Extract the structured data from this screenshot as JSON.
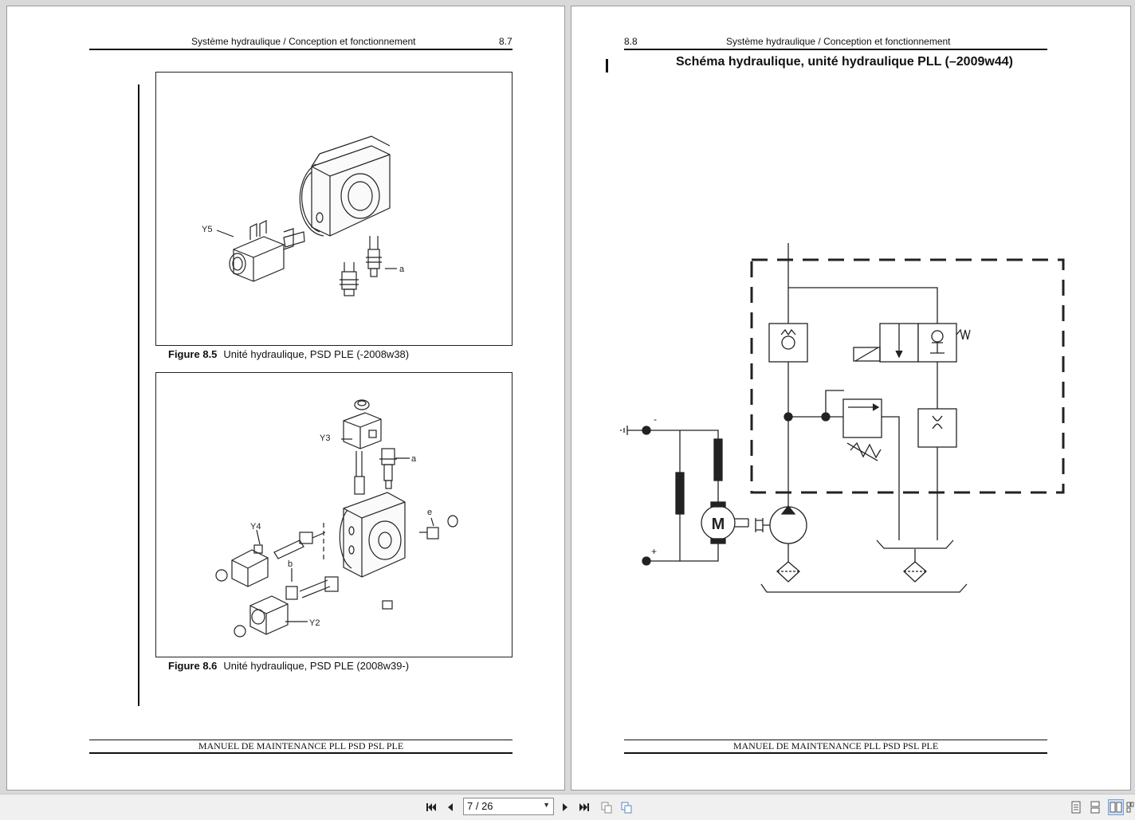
{
  "left_page": {
    "header_title": "Système hydraulique / Conception et fonctionnement",
    "page_number": "8.7",
    "figure_1": {
      "caption_number": "Figure 8.5",
      "caption_text": "Unité hydraulique, PSD PLE (-2008w38)",
      "labels": {
        "y5": "Y5",
        "a": "a"
      }
    },
    "figure_2": {
      "caption_number": "Figure 8.6",
      "caption_text": "Unité hydraulique, PSD PLE (2008w39-)",
      "labels": {
        "y3": "Y3",
        "a": "a",
        "y4": "Y4",
        "b": "b",
        "e": "e",
        "y2": "Y2"
      }
    },
    "footer": "MANUEL DE MAINTENANCE PLL PSD PSL PLE"
  },
  "right_page": {
    "page_number": "8.8",
    "header_title": "Système hydraulique / Conception et fonctionnement",
    "schema_title": "Schéma hydraulique, unité hydraulique PLL (–2009w44)",
    "schema_labels": {
      "motor": "M",
      "minus": "-",
      "plus": "+"
    },
    "footer": "MANUEL DE MAINTENANCE PLL PSD PSL PLE"
  },
  "toolbar": {
    "page_indicator": "7 / 26"
  }
}
